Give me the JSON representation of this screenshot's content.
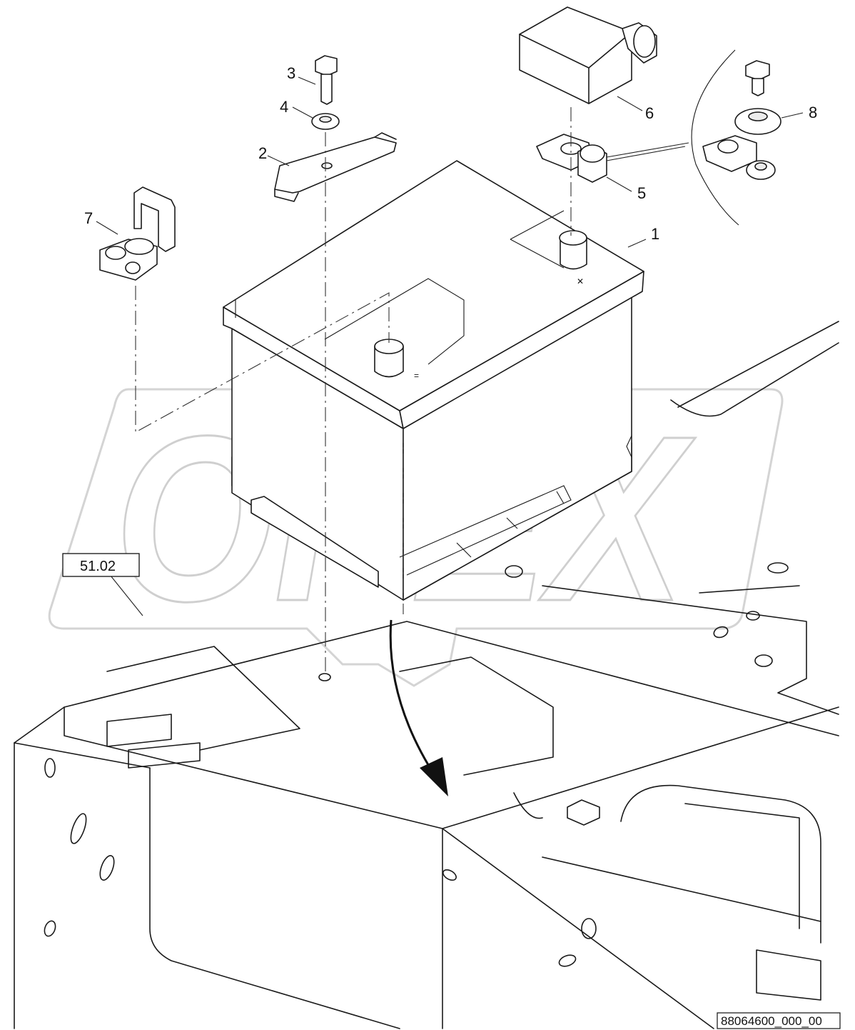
{
  "diagram": {
    "part_labels": [
      {
        "id": "1",
        "text": "1"
      },
      {
        "id": "2",
        "text": "2"
      },
      {
        "id": "3",
        "text": "3"
      },
      {
        "id": "4",
        "text": "4"
      },
      {
        "id": "5",
        "text": "5"
      },
      {
        "id": "6",
        "text": "6"
      },
      {
        "id": "7",
        "text": "7"
      },
      {
        "id": "8",
        "text": "8"
      }
    ],
    "reference_box": "51.02",
    "drawing_id": "88064600_000_00",
    "watermark": "OPEX"
  }
}
